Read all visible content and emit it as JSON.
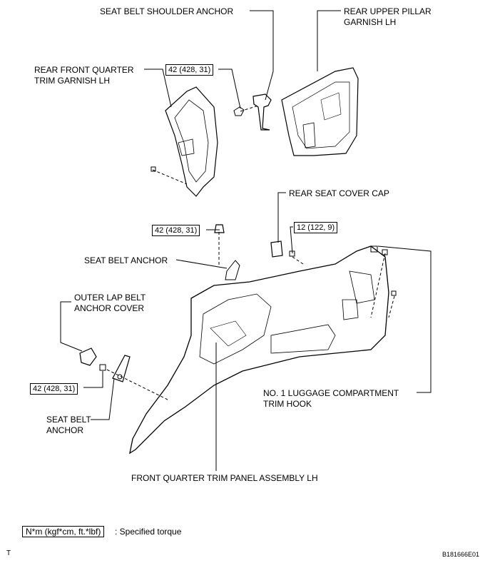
{
  "labels": {
    "seat_belt_shoulder_anchor": "SEAT BELT SHOULDER ANCHOR",
    "rear_upper_pillar_line1": "REAR UPPER PILLAR",
    "rear_upper_pillar_line2": "GARNISH LH",
    "rear_front_quarter_line1": "REAR FRONT QUARTER",
    "rear_front_quarter_line2": "TRIM GARNISH LH",
    "rear_seat_cover_cap": "REAR SEAT COVER CAP",
    "seat_belt_anchor_upper": "SEAT BELT ANCHOR",
    "outer_lap_belt_line1": "OUTER LAP BELT",
    "outer_lap_belt_line2": "ANCHOR COVER",
    "seat_belt_anchor_lower_line1": "SEAT BELT",
    "seat_belt_anchor_lower_line2": "ANCHOR",
    "luggage_hook_line1": "NO. 1 LUGGAGE COMPARTMENT",
    "luggage_hook_line2": "TRIM HOOK",
    "front_quarter_panel": "FRONT QUARTER TRIM PANEL ASSEMBLY LH"
  },
  "torques": {
    "shoulder_anchor_bolt": "42 (428, 31)",
    "seat_belt_anchor_bolt": "42 (428, 31)",
    "trim_bolt": "12 (122, 9)",
    "lap_anchor_bolt": "42 (428, 31)"
  },
  "legend": {
    "unit_box": "N*m (kgf*cm, ft.*lbf)",
    "description": ": Specified torque"
  },
  "corner": {
    "left_mark": "T",
    "figure_code": "B181666E01"
  }
}
